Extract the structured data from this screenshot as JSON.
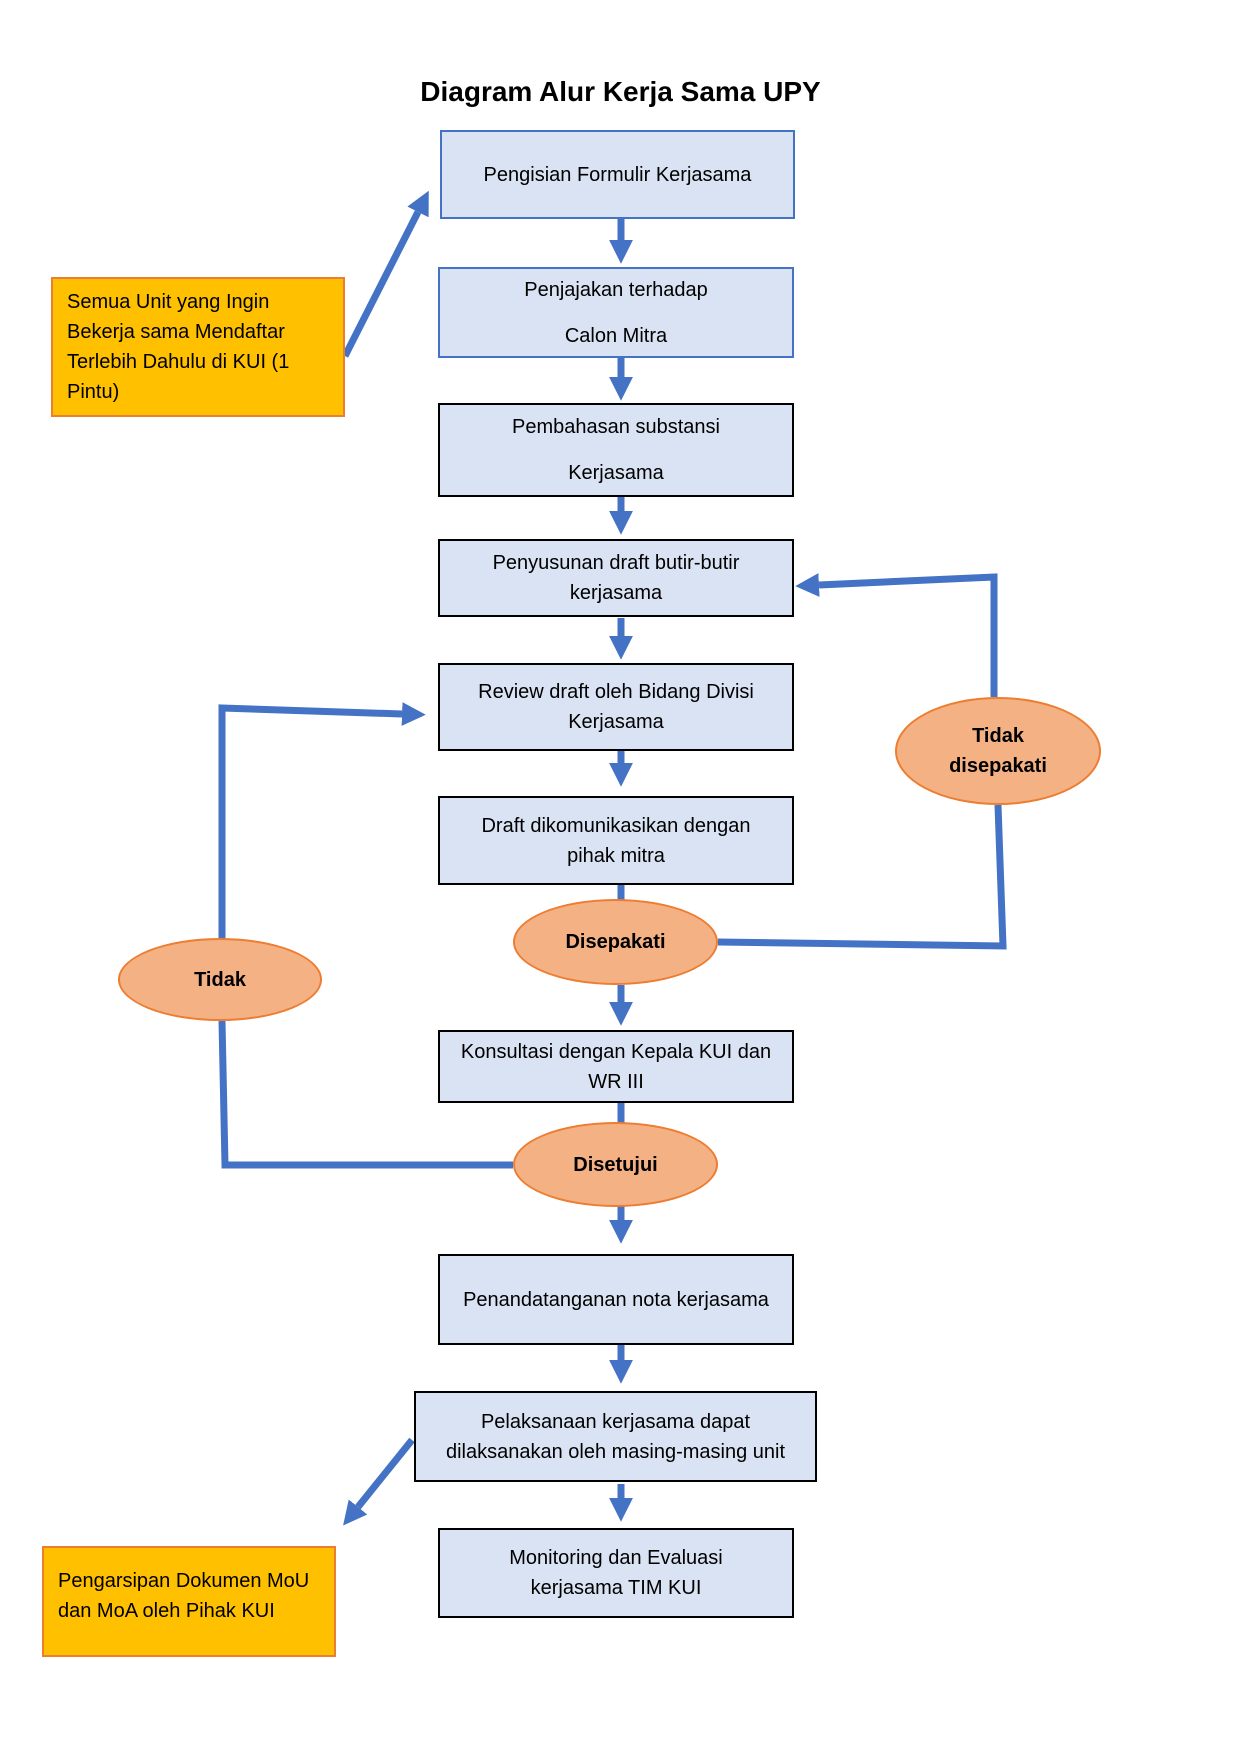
{
  "title": "Diagram Alur Kerja Sama UPY",
  "steps": [
    {
      "lines": [
        "Pengisian Formulir Kerjasama"
      ]
    },
    {
      "lines": [
        "Penjajakan terhadap",
        "Calon Mitra"
      ]
    },
    {
      "lines": [
        "Pembahasan substansi",
        "Kerjasama"
      ]
    },
    {
      "lines": [
        "Penyusunan draft butir-butir",
        "kerjasama"
      ]
    },
    {
      "lines": [
        "Review draft oleh Bidang Divisi",
        "Kerjasama"
      ]
    },
    {
      "lines": [
        "Draft dikomunikasikan dengan",
        "pihak mitra"
      ]
    },
    {
      "lines": [
        "Konsultasi dengan Kepala KUI dan",
        "WR III"
      ]
    },
    {
      "lines": [
        "Penandatanganan nota kerjasama"
      ]
    },
    {
      "lines": [
        "Pelaksanaan kerjasama dapat",
        "dilaksanakan oleh masing-masing unit"
      ]
    },
    {
      "lines": [
        "Monitoring dan Evaluasi",
        "kerjasama TIM KUI"
      ]
    }
  ],
  "decisions": {
    "disepakati": "Disepakati",
    "tidak_disepakati": [
      "Tidak",
      "disepakati"
    ],
    "disetujui": "Disetujui",
    "tidak": "Tidak"
  },
  "notes": {
    "registration": "Semua Unit yang Ingin Bekerja sama Mendaftar Terlebih Dahulu di KUI (1 Pintu)",
    "archiving": "Pengarsipan Dokumen MoU dan MoA oleh Pihak KUI"
  },
  "colors": {
    "box_fill": "#dae3f3",
    "connector": "#4472c4",
    "note_fill": "#ffc000",
    "note_border": "#ed7d31",
    "oval_fill": "#f4b183"
  }
}
